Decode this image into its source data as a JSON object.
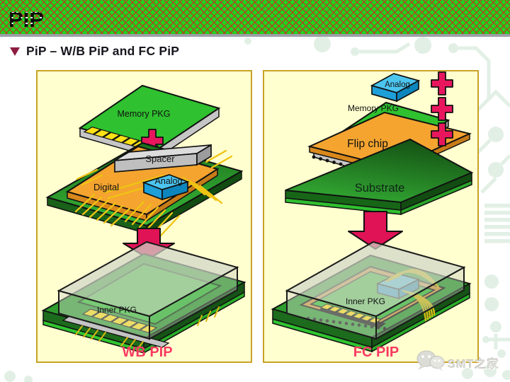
{
  "header": {
    "title": "PIP"
  },
  "subtitle": {
    "text": "PiP – W/B PiP and FC PiP"
  },
  "panels": {
    "wb": {
      "memory_pkg": "Memory PKG",
      "spacer": "Spacer",
      "digital": "Digital",
      "analog": "Analog",
      "inner_pkg": "Inner PKG",
      "caption": "WB PIP"
    },
    "fc": {
      "analog": "Analog",
      "memory_pkg": "Memory PKG",
      "flip_chip": "Flip chip",
      "substrate": "Substrate",
      "inner_pkg": "Inner PKG",
      "caption": "FC PIP"
    }
  },
  "watermark": {
    "text": "SMT之家",
    "icon": "wechat-icon"
  },
  "colors": {
    "header_green": "#1fd41f",
    "hatch_red": "#b93c1e",
    "panel_bg": "#ffffcf",
    "panel_border": "#c9a227",
    "board_green": "#2fc12f",
    "substrate_dark": "#1c6e1c",
    "die_orange": "#f4a42f",
    "chip_blue": "#4cc5ef",
    "spacer_gray": "#d8d8d8",
    "wire_yellow": "#f0c413",
    "pad_yellow": "#ffe215",
    "arrow_pink": "#df1355",
    "plus_pink": "#e8175d",
    "caption_red": "#f93a62",
    "title_black": "#0b0b0b"
  }
}
